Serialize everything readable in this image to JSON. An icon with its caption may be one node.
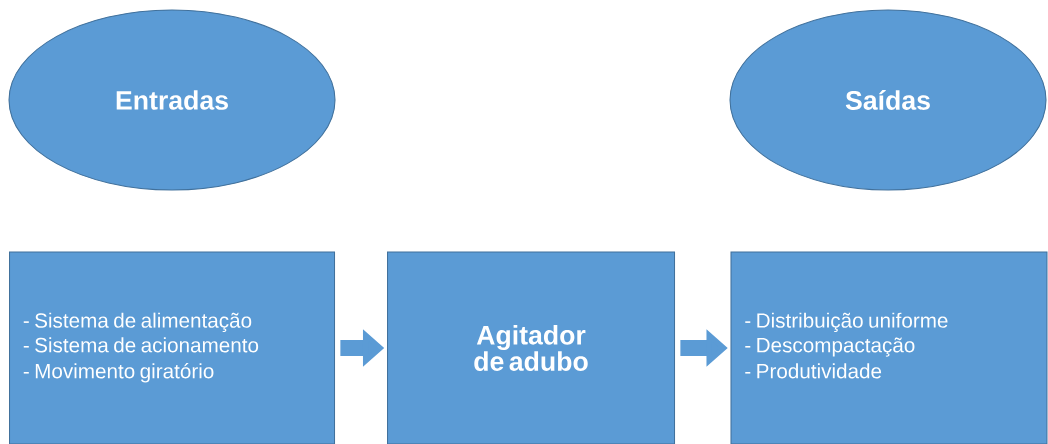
{
  "diagram": {
    "nodes": [
      {
        "text": [
          "Entradas"
        ]
      },
      {
        "text": [
          "Saídas"
        ]
      },
      {
        "text": [
          "- Sistema de alimentação",
          "- Sistema de acionamento",
          "- Movimento giratório"
        ]
      },
      {
        "text": [
          "Agitador de adubo"
        ]
      },
      {
        "text": [
          "- Distribuição uniforme",
          "- Descompactação",
          "- Produtividade"
        ]
      }
    ],
    "edges": [
      {
        "from": 2,
        "to": 3,
        "arrow": "to"
      },
      {
        "from": 3,
        "to": 4,
        "arrow": "to"
      }
    ]
  }
}
